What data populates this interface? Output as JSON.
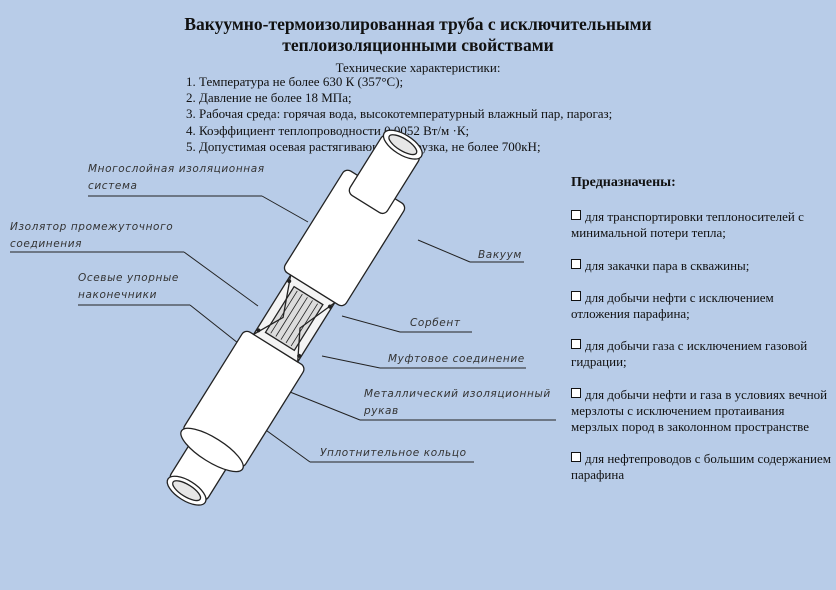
{
  "title_line1": "Вакуумно-термоизолированная труба с исключительными",
  "title_line2": "теплоизоляционными свойствами",
  "specs_heading": "Технические характеристики:",
  "specs": [
    "1. Температура не более 630 К (357°С);",
    "2. Давление не более 18 МПа;",
    "3. Рабочая среда: горячая вода, высокотемпературный влажный пар, парогаз;",
    "4. Коэффициент теплопроводности 0,0052 Вт/м ·К;",
    "5. Допустимая осевая растягивающая нагрузка, не более 700кН;"
  ],
  "purpose_heading": "Предназначены:",
  "purpose_items": [
    "для транспортировки теплоносителей с минимальной потери тепла;",
    "для закачки пара в скважины;",
    "для добычи нефти с исключением отложения парафина;",
    "для добычи газа с исключением газовой гидрации;",
    "для добычи нефти и газа в условиях вечной мерзлоты с исключением протаивания мерзлых пород в заколонном пространстве",
    "для нефтепроводов с большим содержанием парафина"
  ],
  "callouts": {
    "multilayer_l1": "Многослойная изоляционная",
    "multilayer_l2": "система",
    "isolator_l1": "Изолятор промежуточного",
    "isolator_l2": "соединения",
    "axial_l1": "Осевые упорные",
    "axial_l2": "наконечники",
    "vacuum": "Вакуум",
    "sorbent": "Сорбент",
    "coupling": "Муфтовое соединение",
    "sleeve_l1": "Металлический изоляционный",
    "sleeve_l2": "рукав",
    "seal": "Уплотнительное кольцо"
  },
  "colors": {
    "background": "#b8cce8",
    "pipe": "#ffffff",
    "line": "#222222"
  }
}
